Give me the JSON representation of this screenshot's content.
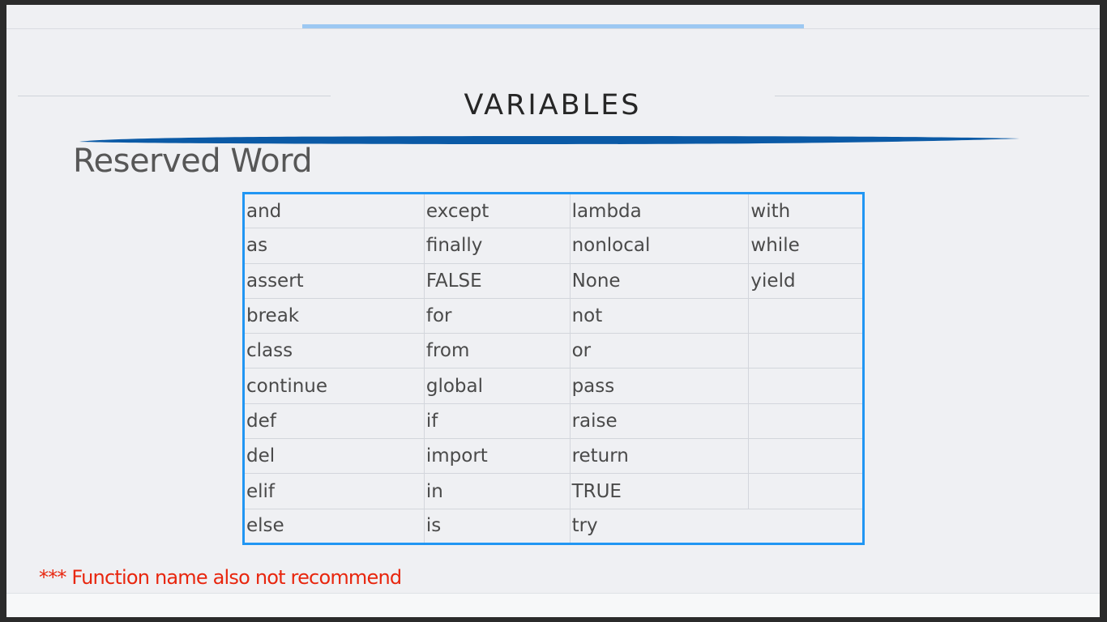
{
  "slide": {
    "title": "VARIABLES",
    "heading": "Reserved Word",
    "footnote": "*** Function name also not recommend"
  },
  "colors": {
    "accent_bar": "#9cc8f2",
    "brush_stroke": "#0b5aa6",
    "table_border": "#2196f3",
    "footnote_text": "#e8260e"
  },
  "reserved_words": {
    "rows": [
      [
        "and",
        "except",
        "lambda",
        "with"
      ],
      [
        "as",
        "finally",
        "nonlocal",
        "while"
      ],
      [
        "assert",
        "FALSE",
        "None",
        "yield"
      ],
      [
        "break",
        "for",
        "not",
        ""
      ],
      [
        "class",
        "from",
        "or",
        ""
      ],
      [
        "continue",
        "global",
        "pass",
        ""
      ],
      [
        "def",
        "if",
        "raise",
        ""
      ],
      [
        "del",
        "import",
        "return",
        ""
      ],
      [
        "elif",
        "in",
        "TRUE",
        ""
      ],
      [
        "else",
        "is",
        "try",
        ""
      ]
    ]
  }
}
